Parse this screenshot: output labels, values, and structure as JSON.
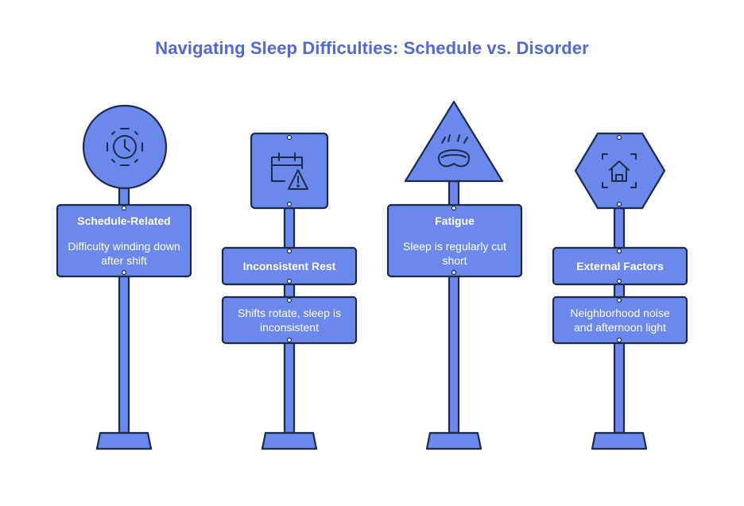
{
  "title": "Navigating Sleep Difficulties: Schedule vs. Disorder",
  "colors": {
    "fill": "#6b88ec",
    "stroke": "#1e2a4a",
    "title": "#5468d4",
    "text": "#ffffff"
  },
  "posts": [
    {
      "icon": "clock-icon",
      "shape": "circle",
      "heading": "Schedule-Related",
      "body": "Difficulty winding down after shift"
    },
    {
      "icon": "calendar-warning-icon",
      "shape": "square",
      "heading": "Inconsistent Rest",
      "body": "Shifts rotate, sleep is inconsistent"
    },
    {
      "icon": "sleep-mask-icon",
      "shape": "triangle",
      "heading": "Fatigue",
      "body": "Sleep is regularly cut short"
    },
    {
      "icon": "house-icon",
      "shape": "hexagon",
      "heading": "External Factors",
      "body": "Neighborhood noise and afternoon light"
    }
  ]
}
